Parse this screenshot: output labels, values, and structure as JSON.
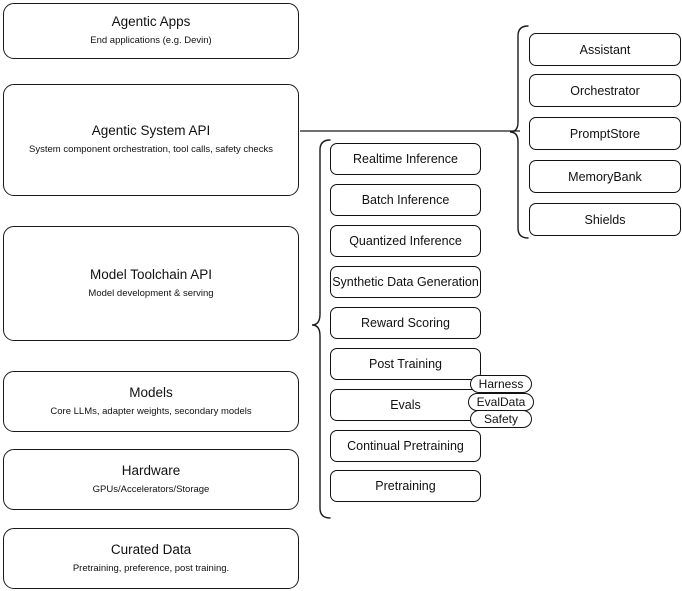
{
  "diagram": {
    "title": "AI Stack Layers Architecture Diagram",
    "stroke_color": "#1a1a1a",
    "background_color": "#ffffff"
  },
  "stack_layers": [
    {
      "title": "Agentic Apps",
      "subtitle": "End applications (e.g. Devin)"
    },
    {
      "title": "Agentic System API",
      "subtitle": "System component orchestration, tool calls, safety checks"
    },
    {
      "title": "Model Toolchain API",
      "subtitle": "Model development & serving"
    },
    {
      "title": "Models",
      "subtitle": "Core LLMs, adapter weights, secondary models"
    },
    {
      "title": "Hardware",
      "subtitle": "GPUs/Accelerators/Storage"
    },
    {
      "title": "Curated Data",
      "subtitle": "Pretraining, preference, post training."
    }
  ],
  "toolchain_capabilities": [
    {
      "label": "Realtime Inference"
    },
    {
      "label": "Batch Inference"
    },
    {
      "label": "Quantized Inference"
    },
    {
      "label": "Synthetic Data Generation"
    },
    {
      "label": "Reward Scoring"
    },
    {
      "label": "Post Training"
    },
    {
      "label": "Evals"
    },
    {
      "label": "Continual Pretraining"
    },
    {
      "label": "Pretraining"
    }
  ],
  "agentic_components": [
    {
      "label": "Assistant"
    },
    {
      "label": "Orchestrator"
    },
    {
      "label": "PromptStore"
    },
    {
      "label": "MemoryBank"
    },
    {
      "label": "Shields"
    }
  ],
  "evals_tags": [
    {
      "label": "Harness"
    },
    {
      "label": "EvalData"
    },
    {
      "label": "Safety"
    }
  ]
}
